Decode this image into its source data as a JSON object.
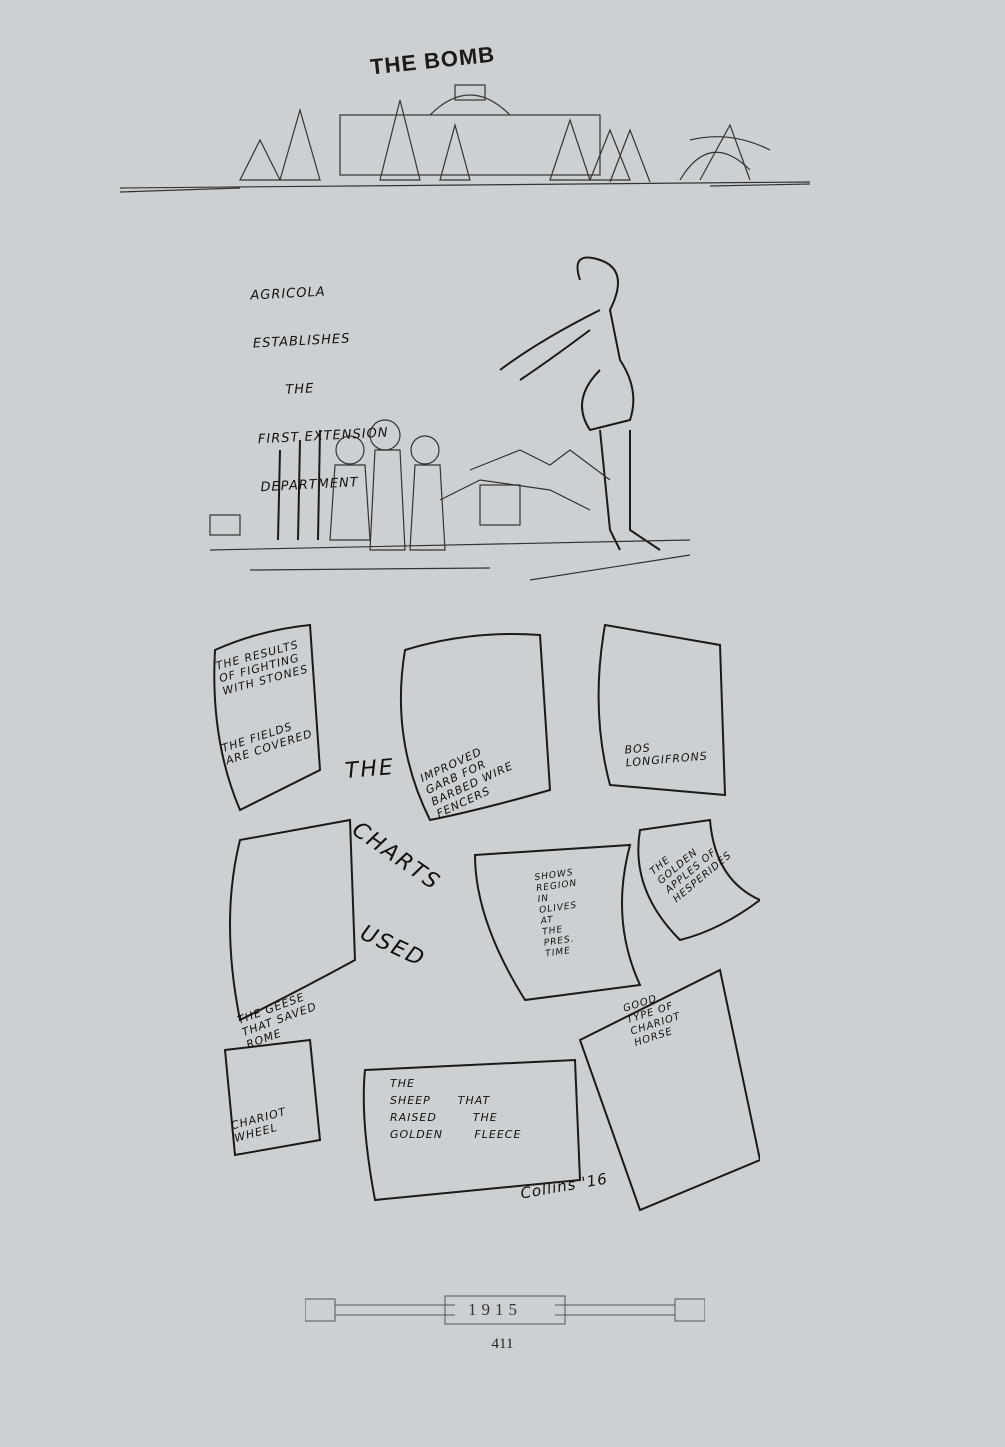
{
  "header": {
    "title": "THE BOMB"
  },
  "caption": {
    "lines": [
      "AGRICOLA",
      "ESTABLISHES",
      "THE",
      "FIRST EXTENSION",
      "DEPARTMENT"
    ]
  },
  "title_words": {
    "the": "THE",
    "charts": "CHARTS",
    "used": "USED"
  },
  "charts": [
    {
      "text": "THE RESULTS\nOF FIGHTING\nWITH STONES"
    },
    {
      "text": "THE FIELDS\nARE COVERED"
    },
    {
      "text": "IMPROVED\nGARB FOR\nBARBED WIRE\nFENCERS"
    },
    {
      "text": "BOS\nLONGIFRONS"
    },
    {
      "text": "THE GEESE\nTHAT SAVED\nROME"
    },
    {
      "text": "SHOWS\nREGION\nIN\nOLIVES\nAT\nTHE\nPRES.\nTIME"
    },
    {
      "text": "THE\nGOLDEN\nAPPLES OF\nHESPERIDES"
    },
    {
      "text": "GOOD\nTYPE OF\nCHARIOT\nHORSE"
    },
    {
      "text": "CHARIOT\nWHEEL"
    },
    {
      "text": "THE\nSHEEP      THAT\nRAISED        THE\nGOLDEN       FLEECE"
    }
  ],
  "signature": "Collins '16",
  "footer": {
    "year": "1915",
    "page_number": "411"
  }
}
